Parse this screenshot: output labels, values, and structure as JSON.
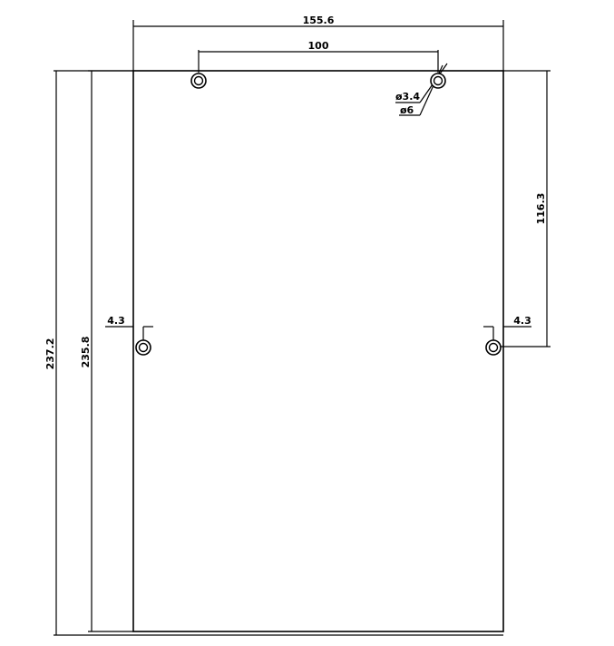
{
  "drawing": {
    "overall_width": "155.6",
    "hole_spacing_top": "100",
    "hole_diameter_inner": "ø3.4",
    "hole_diameter_outer": "ø6",
    "hole_offset_vertical": "116.3",
    "edge_offset_left": "4.3",
    "edge_offset_right": "4.3",
    "overall_height_outer": "237.2",
    "overall_height_inner": "235.8"
  },
  "colors": {
    "line": "#000000",
    "background": "#ffffff"
  }
}
